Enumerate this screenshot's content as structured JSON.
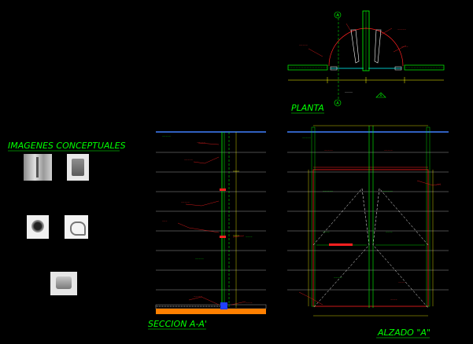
{
  "titles": {
    "images": "IMAGENES CONCEPTUALES",
    "plan": "PLANTA",
    "section": "SECCION A-A'",
    "elevation": "ALZADO \"A\""
  },
  "markers": {
    "a": "A",
    "a_prime": "A'"
  },
  "colors": {
    "background": "#000000",
    "primary": "#00ff00",
    "annotation": "#ff2020",
    "dimension": "#ffff00",
    "level": "#4080ff",
    "grid": "#9a9a9a",
    "glass": "#00ffff",
    "floor": "#ff8000"
  }
}
